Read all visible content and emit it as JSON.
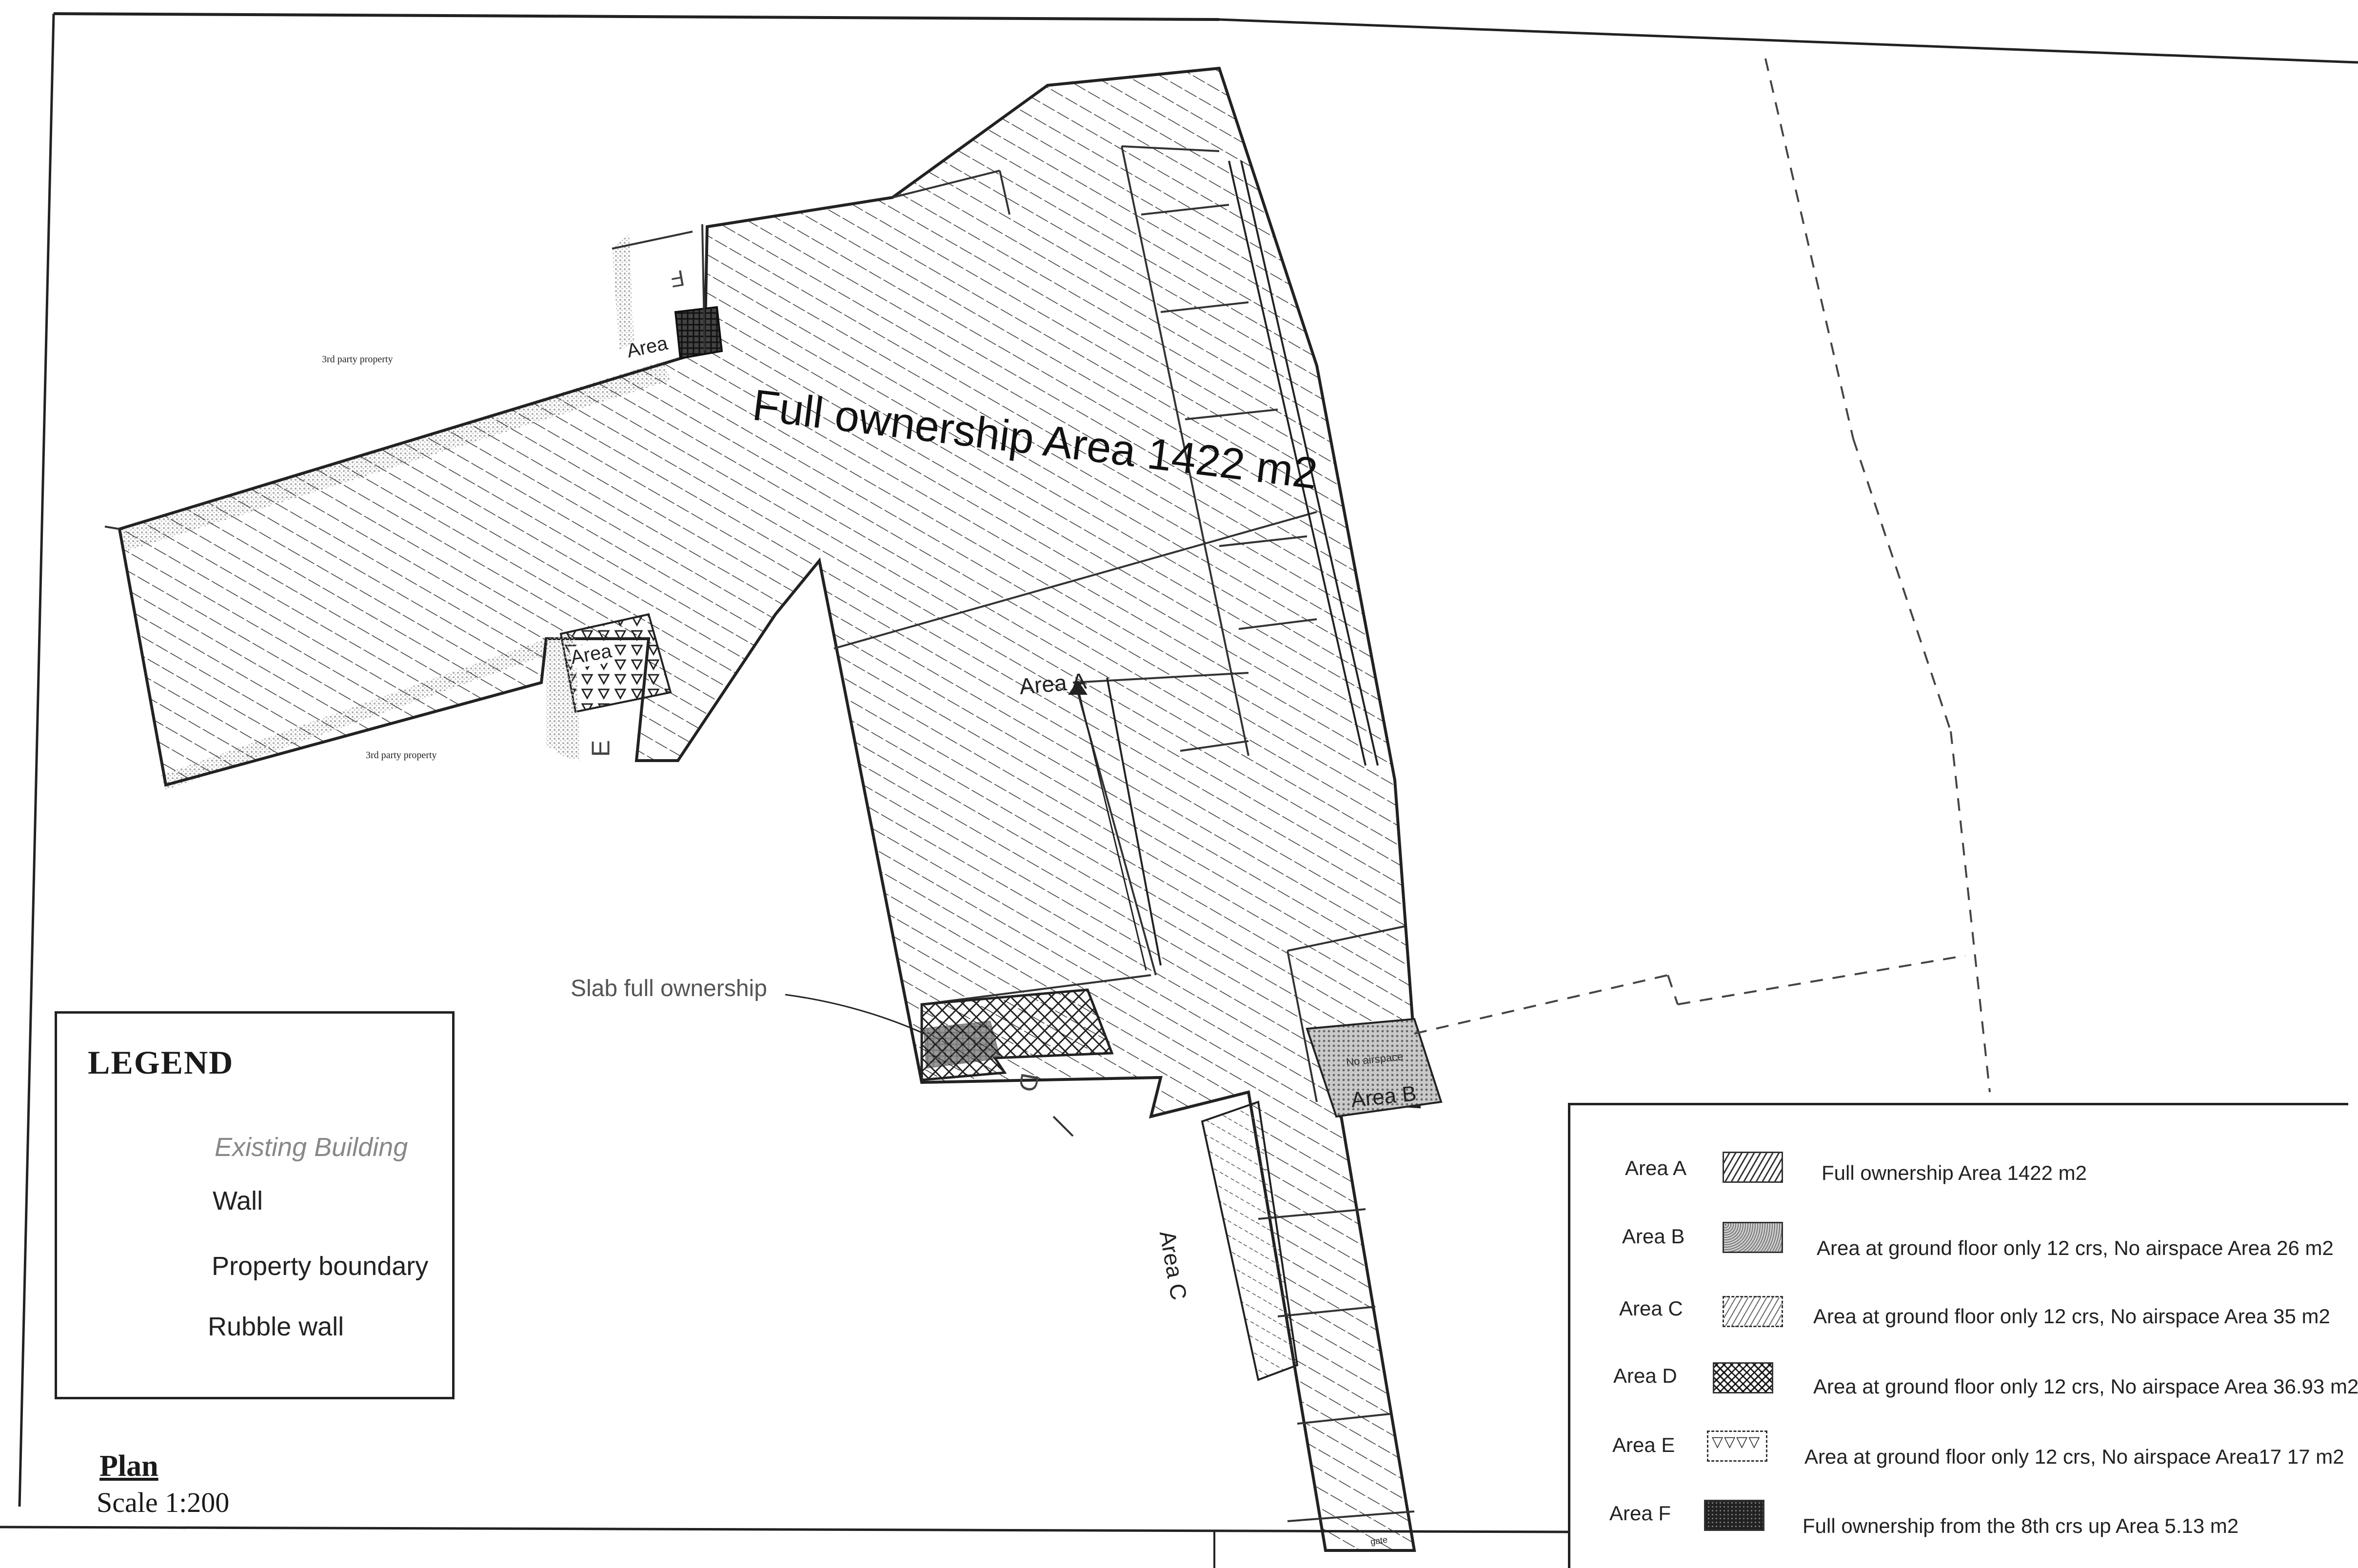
{
  "plan": {
    "main_label": "Full ownership Area 1422 m2",
    "area_a_label": "Area A",
    "area_b_label": "Area B",
    "area_b_note": "No airspace",
    "area_e_label": "Area",
    "area_f_label": "Area",
    "area_c_label": "Area C",
    "area_d_code": "D",
    "area_e_code": "E",
    "area_f_code": "F",
    "third_party_top": "3rd party property",
    "third_party_bottom": "3rd party property",
    "slab_label": "Slab full ownership",
    "gate_label": "gate"
  },
  "legend": {
    "title": "LEGEND",
    "items": [
      "Existing Building",
      "Wall",
      "Property boundary",
      "Rubble wall"
    ]
  },
  "title_block": {
    "title": "Plan",
    "scale": "Scale 1:200"
  },
  "areas": [
    {
      "label": "Area A",
      "desc": "Full ownership Area 1422 m2",
      "pattern": "hatch"
    },
    {
      "label": "Area B",
      "desc": "Area at ground floor only 12 crs, No airspace Area 26 m2",
      "pattern": "dots"
    },
    {
      "label": "Area C",
      "desc": "Area at ground floor only 12 crs, No airspace Area 35 m2",
      "pattern": "dash"
    },
    {
      "label": "Area D",
      "desc": "Area at ground floor only 12 crs, No airspace Area 36.93 m2",
      "pattern": "cross"
    },
    {
      "label": "Area E",
      "desc": "Area at ground floor only 12 crs, No airspace Area17 17 m2",
      "pattern": "triangles"
    },
    {
      "label": "Area F",
      "desc": "Full ownership from the 8th crs up Area 5.13 m2",
      "pattern": "grid"
    }
  ],
  "colors": {
    "ink": "#1a1a1a",
    "hatch": "#333333",
    "shade": "#9a9a9a"
  }
}
